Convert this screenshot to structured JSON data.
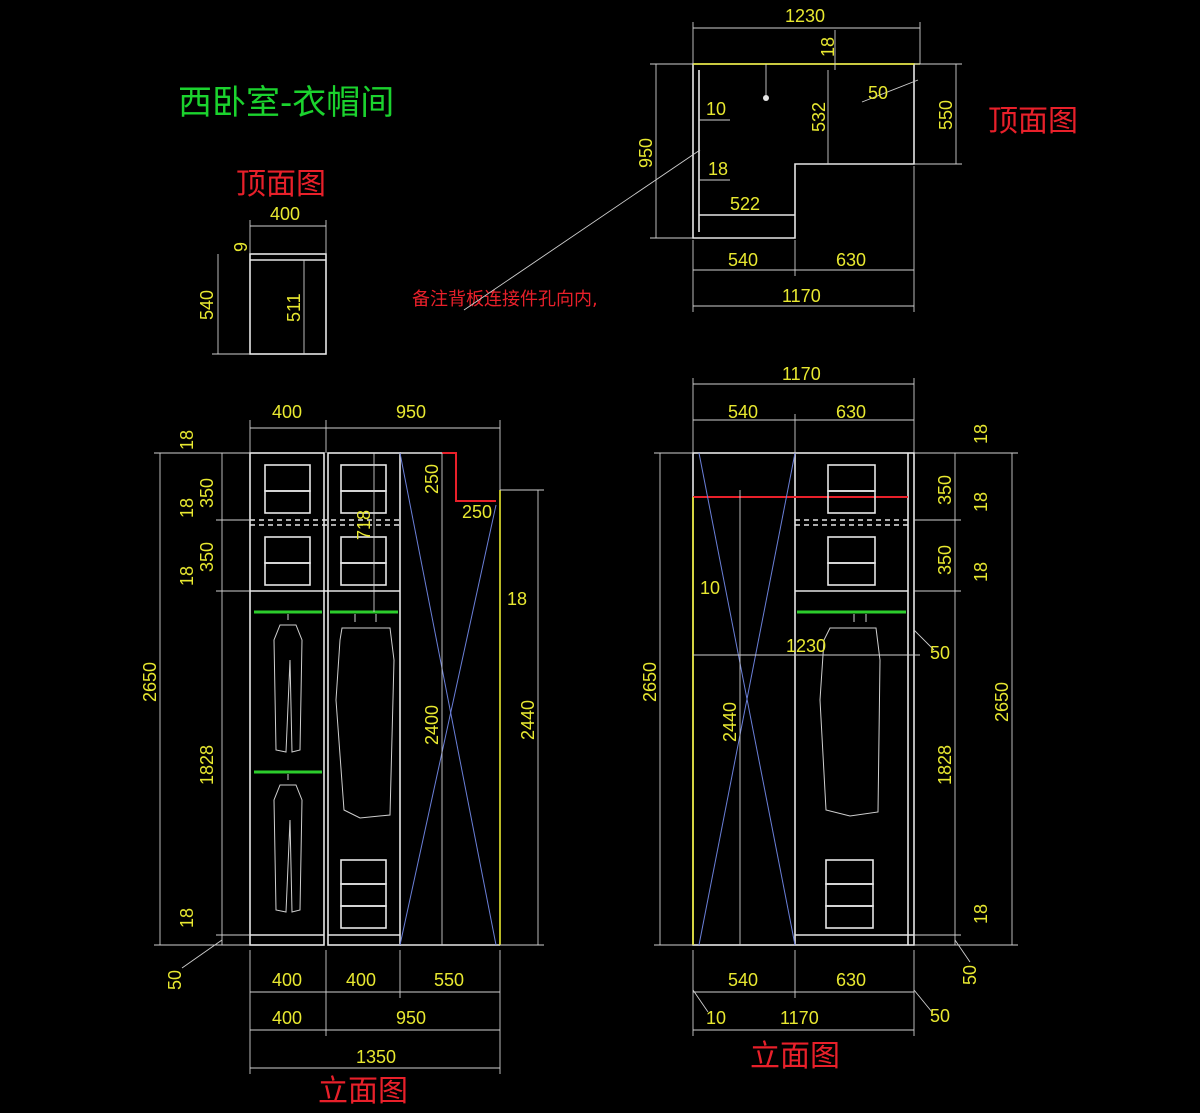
{
  "page": {
    "title": "西卧室-衣帽间"
  },
  "labels": {
    "top_view": "顶面图",
    "elevation": "立面图",
    "note": "备注背板连接件孔向内,"
  },
  "colors": {
    "background": "#000000",
    "title": "#1bd32e",
    "label": "#e8202a",
    "dimension": "#e8e830",
    "line": "#e6e6e6",
    "rod": "#2ccd2c",
    "cross": "#6a7fd8"
  },
  "top_right_plan": {
    "dims": {
      "overall_top": "1230",
      "panel_top": "18",
      "side_panel": "10",
      "rear_panel": "18",
      "depth_short": "532",
      "depth_right": "550",
      "gap_right": "50",
      "depth_total": "950",
      "inner_width": "522",
      "bottom_left": "540",
      "bottom_right": "630",
      "bottom_total": "1170"
    }
  },
  "small_plan": {
    "dims": {
      "width": "400",
      "panel": "9",
      "depth": "540",
      "inner_depth": "511"
    }
  },
  "left_elevation": {
    "dims": {
      "top_left": "400",
      "top_right": "950",
      "left_stack": [
        "18",
        "350",
        "18",
        "350",
        "18",
        "1828",
        "18"
      ],
      "total_height": "2650",
      "plinth": "50",
      "inner_top": "718",
      "corner_h": "250",
      "corner_w": "250",
      "panel_side": "18",
      "inner_height": "2400",
      "right_height": "2440",
      "bottom_row1": [
        "400",
        "400",
        "550"
      ],
      "bottom_row2": [
        "400",
        "950"
      ],
      "bottom_total": "1350"
    }
  },
  "right_elevation": {
    "dims": {
      "top_total": "1170",
      "top_left": "540",
      "top_right": "630",
      "right_stack": [
        "18",
        "350",
        "18",
        "350",
        "18",
        "1828",
        "18"
      ],
      "side_panel": "10",
      "inner_width": "1230",
      "gap": "50",
      "inner_height": "2440",
      "left_height": "2650",
      "right_height": "2650",
      "plinth": "50",
      "bottom_row1": [
        "540",
        "630"
      ],
      "bottom_row2_left": "10",
      "bottom_row2_total": "1170",
      "bottom_row2_right": "50"
    }
  }
}
